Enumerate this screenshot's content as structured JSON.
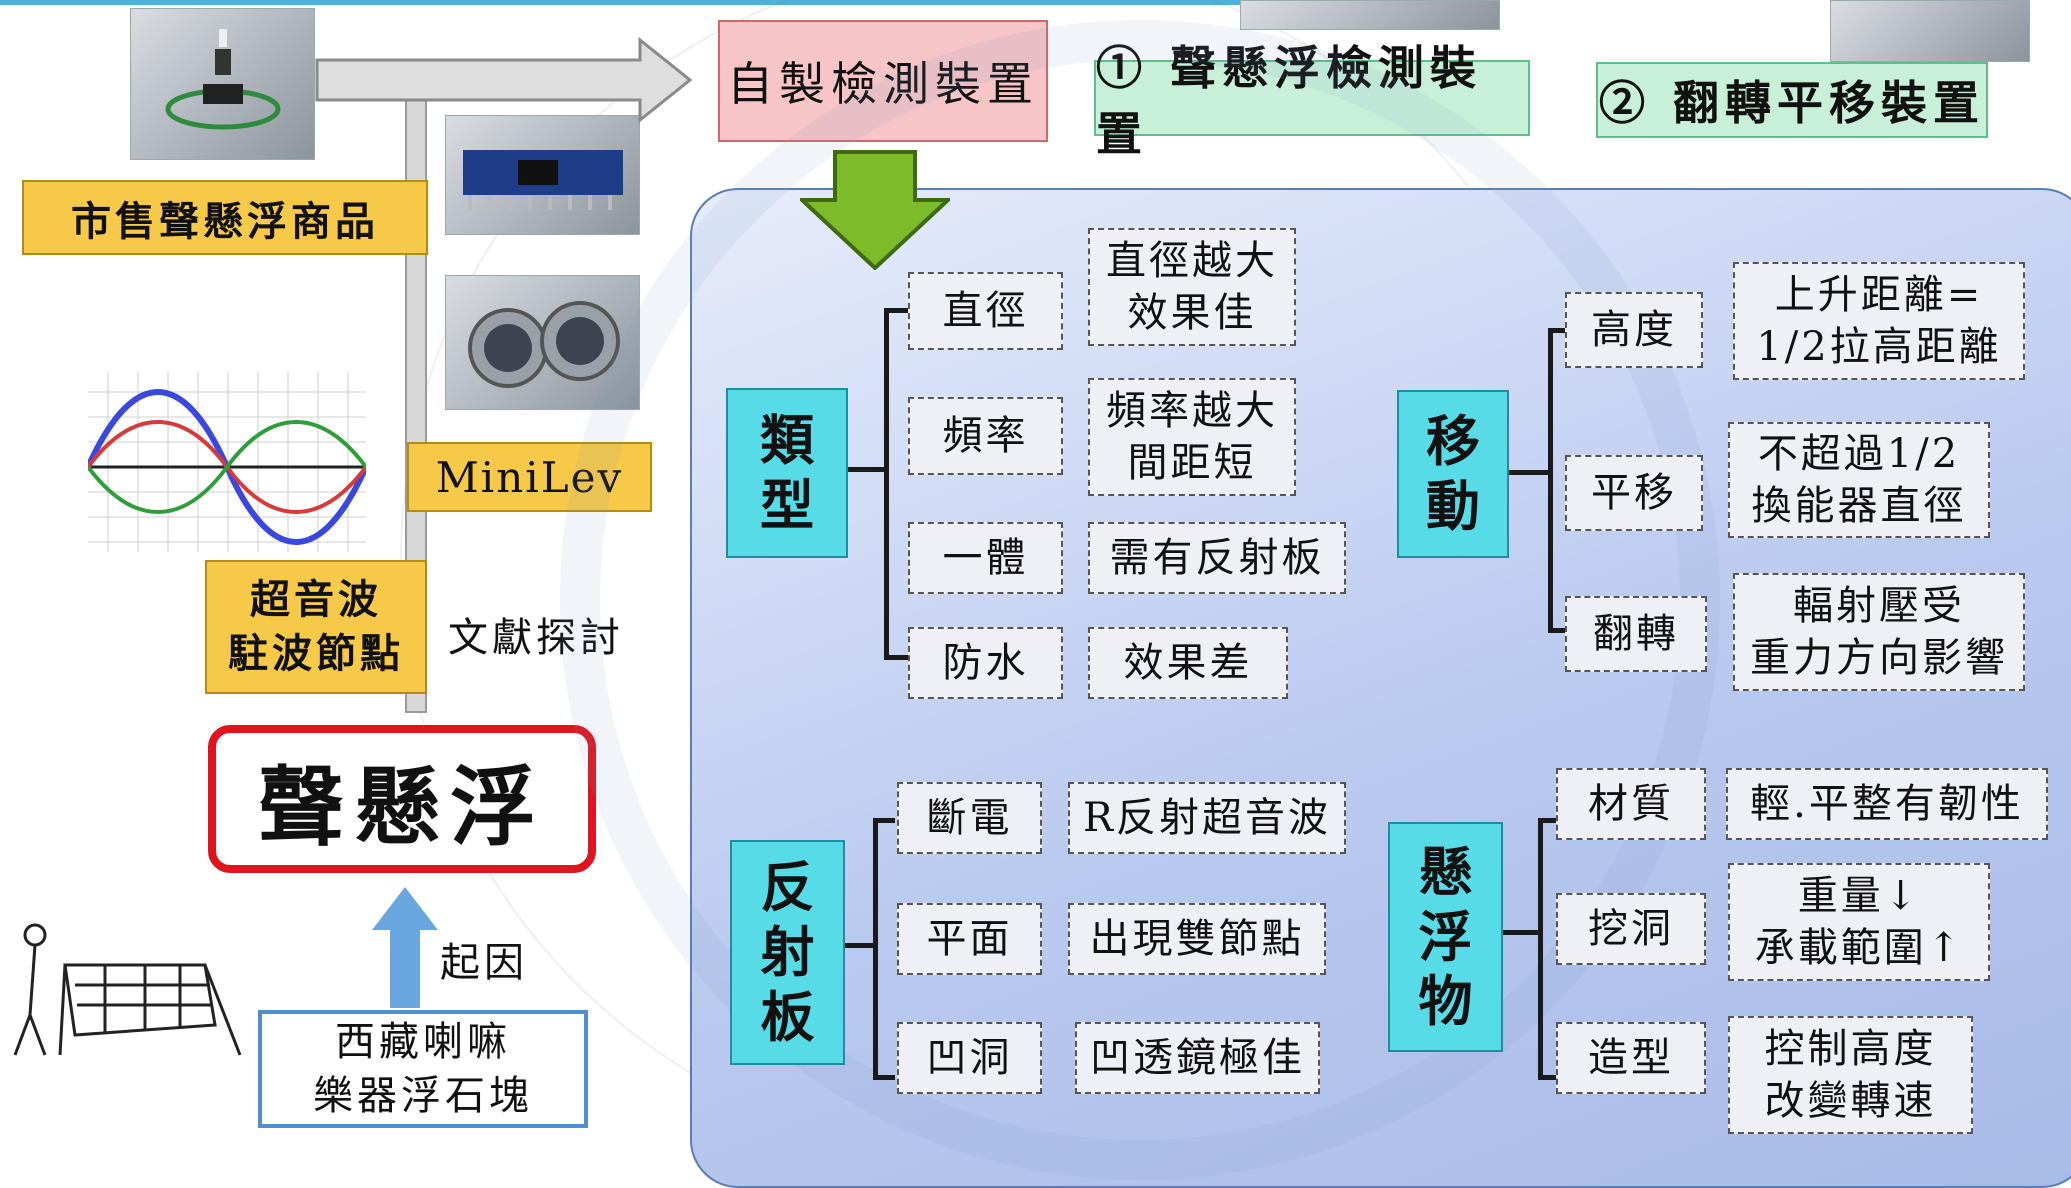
{
  "header": {
    "self_made": "自製檢測裝置",
    "device1": "① 聲懸浮檢測裝置",
    "device2": "② 翻轉平移裝置"
  },
  "left": {
    "commercial": "市售聲懸浮商品",
    "minilev": "MiniLev",
    "ultrasonic_line1": "超音波",
    "ultrasonic_line2": "駐波節點",
    "literature": "文獻探討",
    "main_title": "聲懸浮",
    "origin": "起因",
    "tibet_line1": "西藏喇嘛",
    "tibet_line2": "樂器浮石塊"
  },
  "groups": {
    "type": {
      "title": [
        "類",
        "型"
      ],
      "rows": [
        {
          "key": "直徑",
          "desc": [
            "直徑越大",
            "效果佳"
          ]
        },
        {
          "key": "頻率",
          "desc": [
            "頻率越大",
            "間距短"
          ]
        },
        {
          "key": "一體",
          "desc": [
            "需有反射板"
          ]
        },
        {
          "key": "防水",
          "desc": [
            "效果差"
          ]
        }
      ]
    },
    "move": {
      "title": [
        "移",
        "動"
      ],
      "rows": [
        {
          "key": "高度",
          "desc": [
            "上升距離=",
            "1/2拉高距離"
          ]
        },
        {
          "key": "平移",
          "desc": [
            "不超過1/2",
            "換能器直徑"
          ]
        },
        {
          "key": "翻轉",
          "desc": [
            "輻射壓受",
            "重力方向影響"
          ]
        }
      ]
    },
    "reflector": {
      "title": [
        "反",
        "射",
        "板"
      ],
      "rows": [
        {
          "key": "斷電",
          "desc": [
            "R反射超音波"
          ]
        },
        {
          "key": "平面",
          "desc": [
            "出現雙節點"
          ]
        },
        {
          "key": "凹洞",
          "desc": [
            "凹透鏡極佳"
          ]
        }
      ]
    },
    "levitated": {
      "title": [
        "懸",
        "浮",
        "物"
      ],
      "rows": [
        {
          "key": "材質",
          "desc": [
            "輕.平整有韌性"
          ]
        },
        {
          "key": "挖洞",
          "desc": [
            "重量↓",
            "承載範圍↑"
          ]
        },
        {
          "key": "造型",
          "desc": [
            "控制高度",
            "改變轉速"
          ]
        }
      ]
    }
  },
  "icons": {
    "photo_product": "levitator-product-photo",
    "photo_board": "circuit-board-photo",
    "photo_sensor": "ultrasonic-sensor-photo",
    "wave_graph": "sine-wave-graph",
    "sketch": "lama-instrument-sketch"
  },
  "colors": {
    "yellow": "#f7c948",
    "cyan": "#57dbe6",
    "green_arrow": "#7dbb2a",
    "red_border": "#e0141e",
    "blue_arrow": "#6aa6e0"
  }
}
